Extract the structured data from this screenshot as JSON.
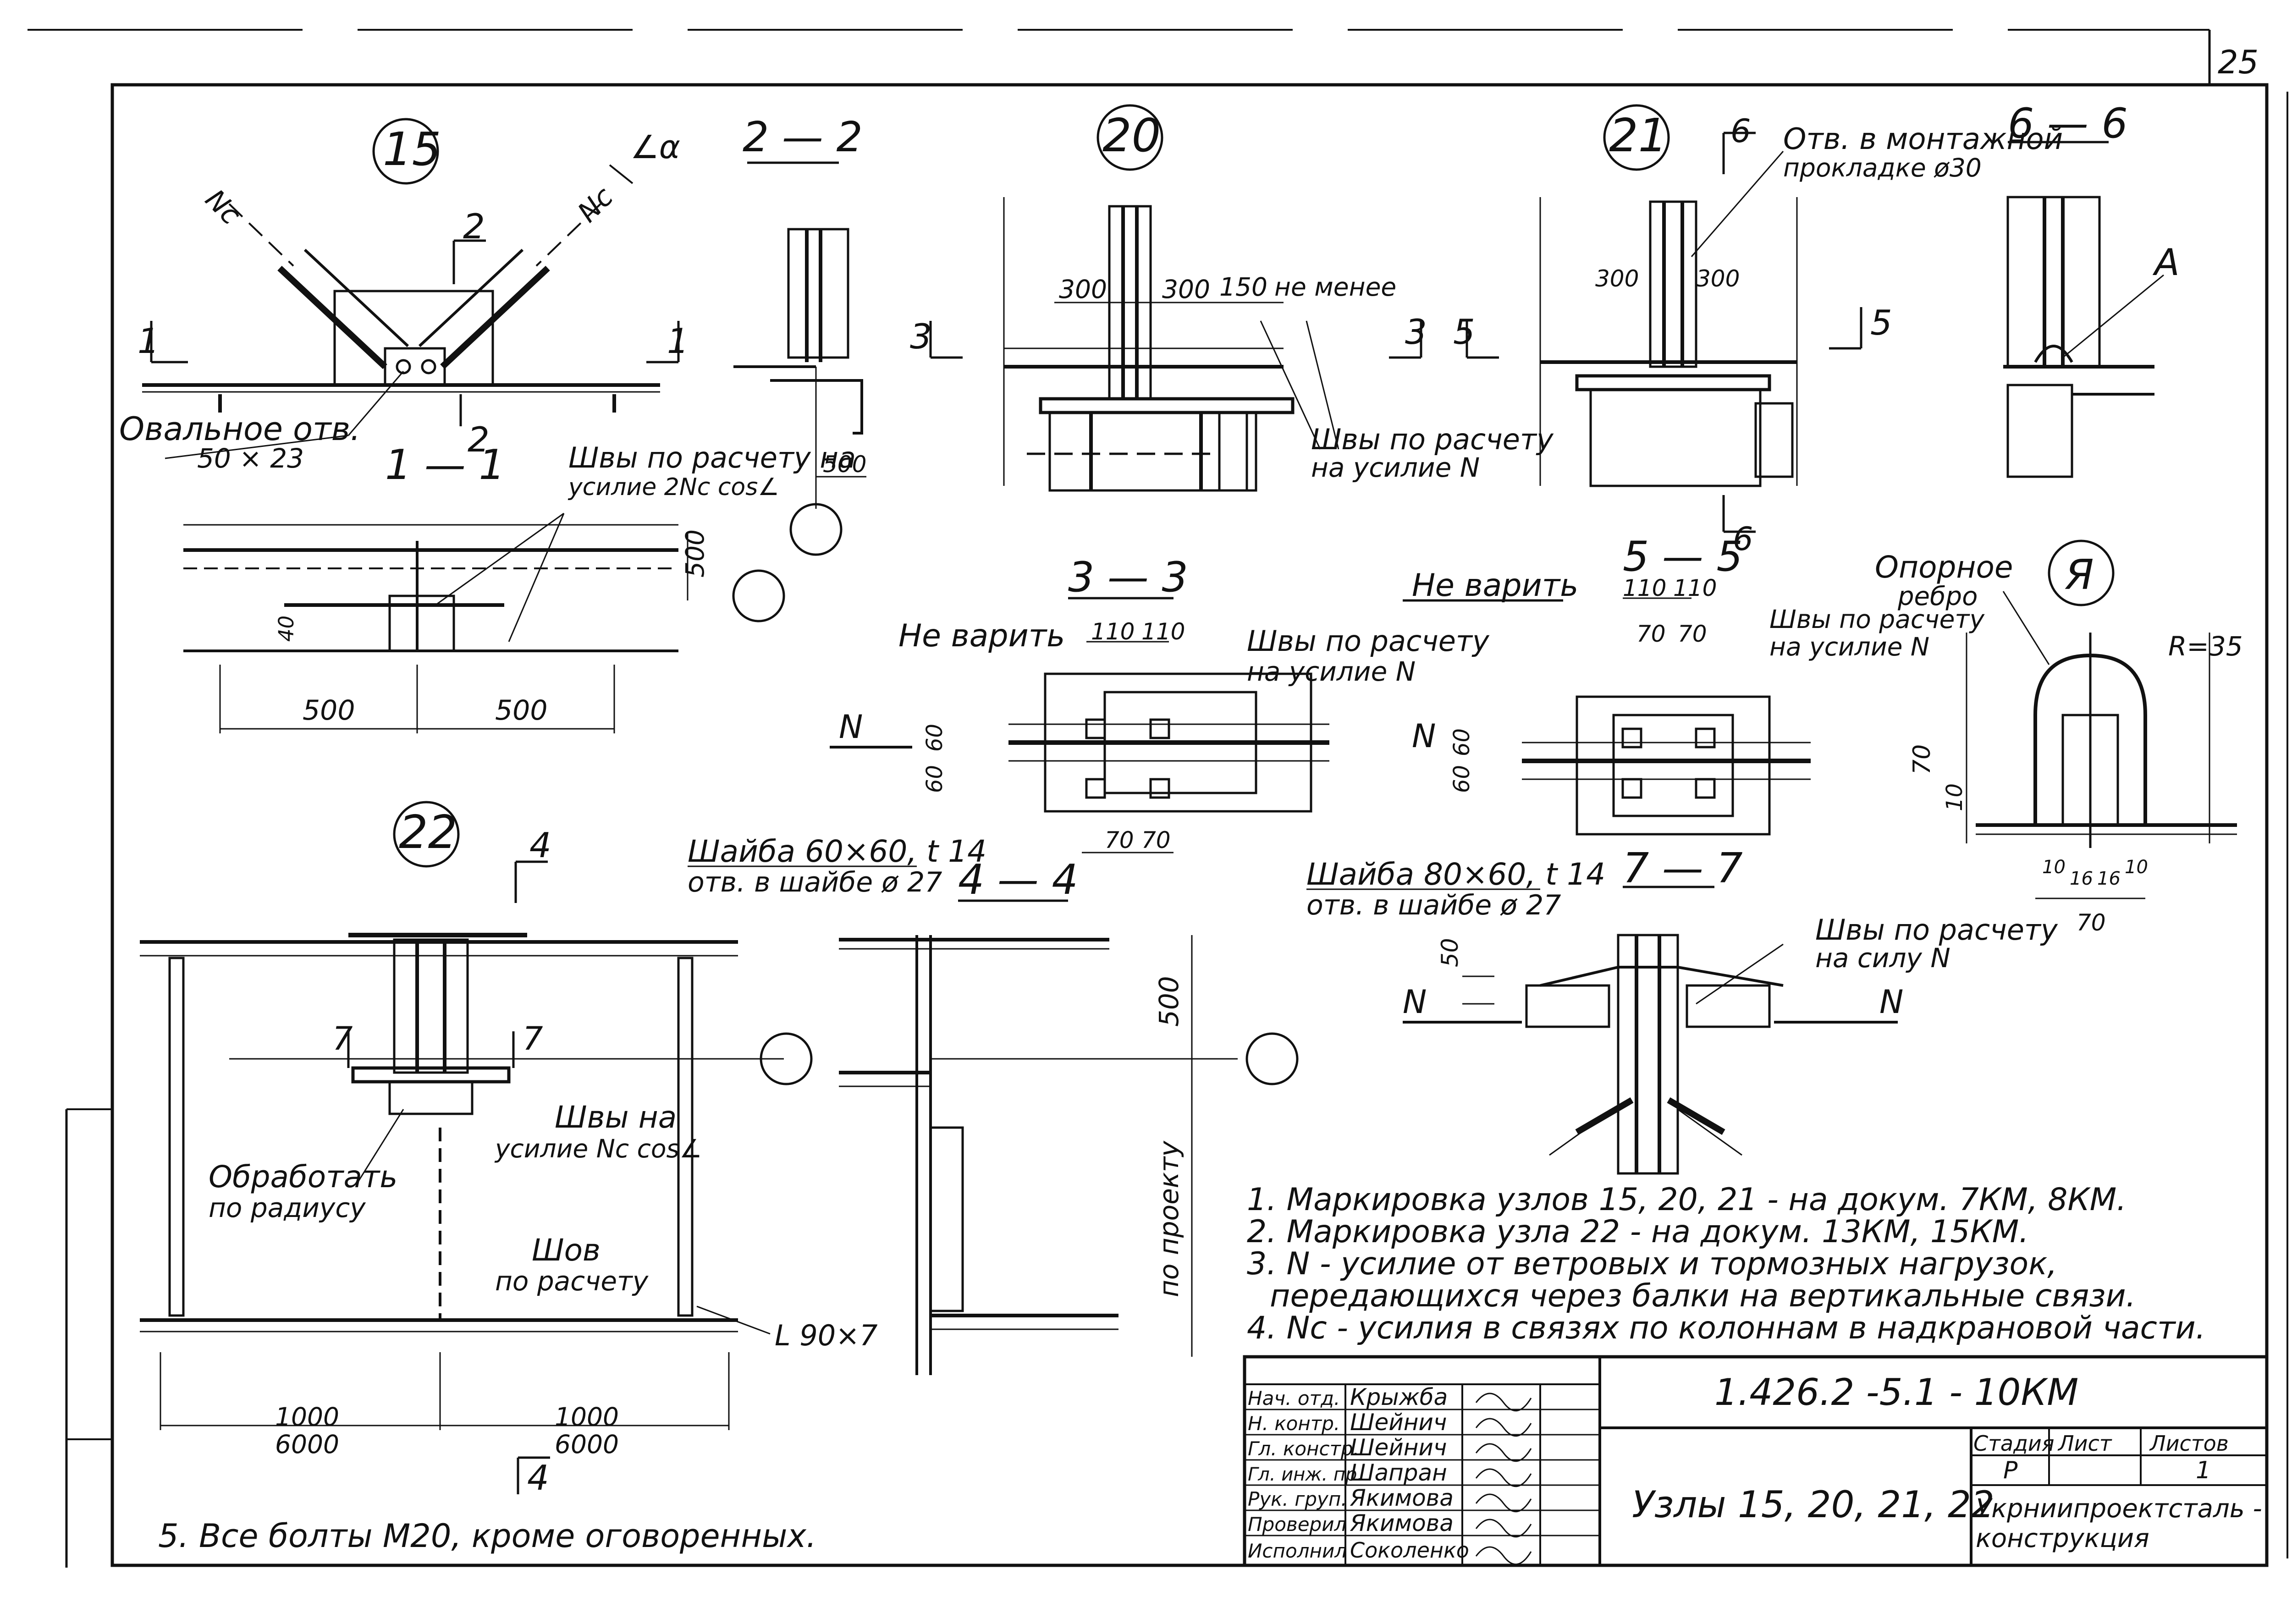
{
  "sheet_number": "25",
  "node_markers": {
    "n15": "15",
    "n20": "20",
    "n21": "21",
    "n22": "22",
    "nA": "Я"
  },
  "sections": {
    "s22": "2 — 2",
    "s11": "1 — 1",
    "s33": "3 — 3",
    "s55": "5 — 5",
    "s66": "6 — 6",
    "s44": "4 — 4",
    "s77": "7 — 7"
  },
  "section_marks": {
    "m1": "1",
    "m2": "2",
    "m3": "3",
    "m4": "4",
    "m5": "5",
    "m6": "6",
    "m7": "7"
  },
  "labels": {
    "nc": "Nc",
    "alpha": "∠α",
    "n": "N",
    "oval_hole": "Овальное отв.",
    "oval_size": "50 × 23",
    "welds_2nc": "Швы по расчету на",
    "welds_2nc_b": "усилие 2Nc cos∠",
    "welds_n_a": "Швы по расчету",
    "welds_n_b": "на усилие N",
    "not_less": "не менее",
    "hole_pad_a": "Отв. в монтажной",
    "hole_pad_b": "прокладке ø30",
    "no_weld": "Не варить",
    "support_rib_a": "Опорное",
    "support_rib_b": "ребро",
    "r35": "R=35",
    "washer1_a": "Шайба 60×60, t 14",
    "washer1_b": "отв. в шайбе ø 27",
    "washer2_a": "Шайба 80×60, t 14",
    "washer2_b": "отв. в шайбе ø 27",
    "welds_nc_a": "Швы на",
    "welds_nc_b": "усилие Nc cos∠",
    "radius_a": "Обработать",
    "radius_b": "по радиусу",
    "seam_a": "Шов",
    "seam_b": "по расчету",
    "angle": "L 90×7",
    "welds_force_a": "Швы по расчету",
    "welds_force_b": "на силу N",
    "per_project": "по проекту",
    "letter_a": "А"
  },
  "dims": {
    "d500": "500",
    "d300": "300",
    "d150": "150",
    "d110": "110",
    "d70": "70",
    "d60": "60",
    "d40": "40",
    "d10": "10",
    "d16": "16",
    "d50": "50",
    "d1000": "1000",
    "d6000": "6000"
  },
  "notes": [
    "1. Маркировка узлов 15, 20, 21 - на докум. 7КМ, 8КМ.",
    "2. Маркировка узла 22 - на докум. 13КМ, 15КМ.",
    "3. N - усилие от ветровых и тормозных нагрузок,",
    "передающихся через балки на вертикальные связи.",
    "4. Nc - усилия в связях по колоннам в надкрановой части."
  ],
  "note5": "5. Все болты М20, кроме оговоренных.",
  "title_block": {
    "doc_code": "1.426.2 -5.1 - 10КМ",
    "title": "Узлы 15, 20, 21, 22",
    "roles": [
      "Нач. отд.",
      "Н. контр.",
      "Гл. констр.",
      "Гл. инж. пр.",
      "Рук. груп.",
      "Проверил",
      "Исполнил"
    ],
    "names": [
      "Крыжба",
      "Шейнич",
      "Шейнич",
      "Шапран",
      "Якимова",
      "Якимова",
      "Соколенко"
    ],
    "stage_label": "Стадия",
    "sheet_label": "Лист",
    "sheets_label": "Листов",
    "stage": "Р",
    "sheets": "1",
    "org_a": "Укрниипроектсталь -",
    "org_b": "конструкция"
  }
}
